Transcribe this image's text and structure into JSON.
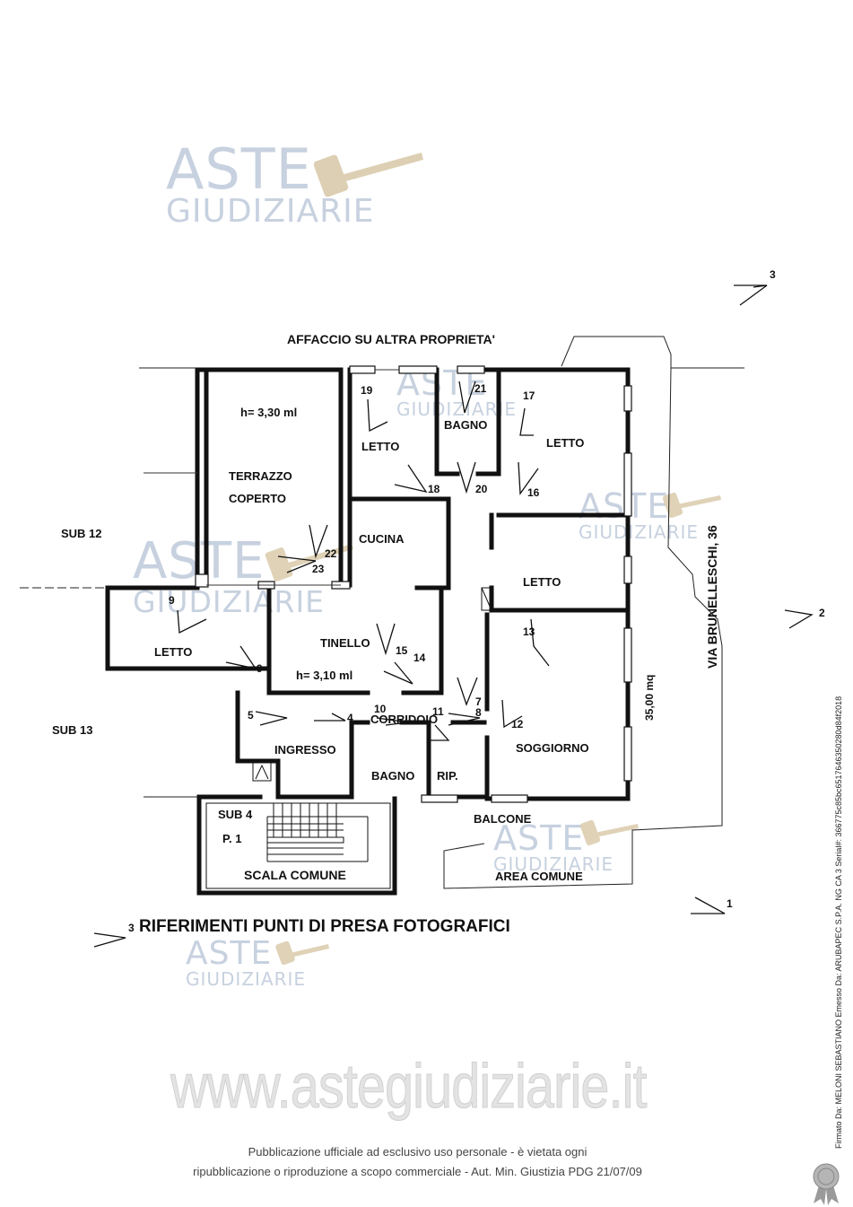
{
  "watermark": {
    "line1": "ASTE",
    "line2": "GIUDIZIARIE"
  },
  "website": "www.astegiudiziarie.it",
  "labels": {
    "affaccio": "AFFACCIO SU ALTRA PROPRIETA'",
    "sub12": "SUB 12",
    "sub13": "SUB 13",
    "sub4": "SUB 4",
    "p1": "P. 1",
    "scala": "SCALA COMUNE",
    "balcone": "BALCONE",
    "area": "AREA COMUNE",
    "via": "VIA BRUNELLESCHI, 36",
    "mq": "35,00 mq",
    "h330": "h= 3,30 ml",
    "h310": "h= 3,10 ml",
    "riferimenti": "RIFERIMENTI PUNTI DI PRESA FOTOGRAFICI",
    "rif_num": "3"
  },
  "rooms": {
    "terrazzo1": "TERRAZZO",
    "terrazzo2": "COPERTO",
    "letto_nw": "LETTO",
    "bagno_n": "BAGNO",
    "letto_ne": "LETTO",
    "cucina": "CUCINA",
    "letto_e": "LETTO",
    "letto_w": "LETTO",
    "tinello": "TINELLO",
    "soggiorno": "SOGGIORNO",
    "corridoio": "CORRIDOIO",
    "ingresso": "INGRESSO",
    "bagno_s": "BAGNO",
    "rip": "RIP."
  },
  "points": [
    "1",
    "2",
    "3",
    "4",
    "5",
    "7",
    "8",
    "9",
    "9",
    "10",
    "11",
    "12",
    "13",
    "14",
    "15",
    "16",
    "17",
    "18",
    "19",
    "20",
    "21",
    "22",
    "23"
  ],
  "footer": {
    "line1": "Pubblicazione ufficiale ad esclusivo uso personale - è vietata ogni",
    "line2": "ripubblicazione o riproduzione a scopo commerciale - Aut. Min. Giustizia PDG 21/07/09"
  },
  "side_text": "Firmato Da: MELONI SEBASTIANO Emesso Da: ARUBAPEC S.P.A. NG CA 3 Serial#: 366775c85bc6517646350280d84f2018"
}
